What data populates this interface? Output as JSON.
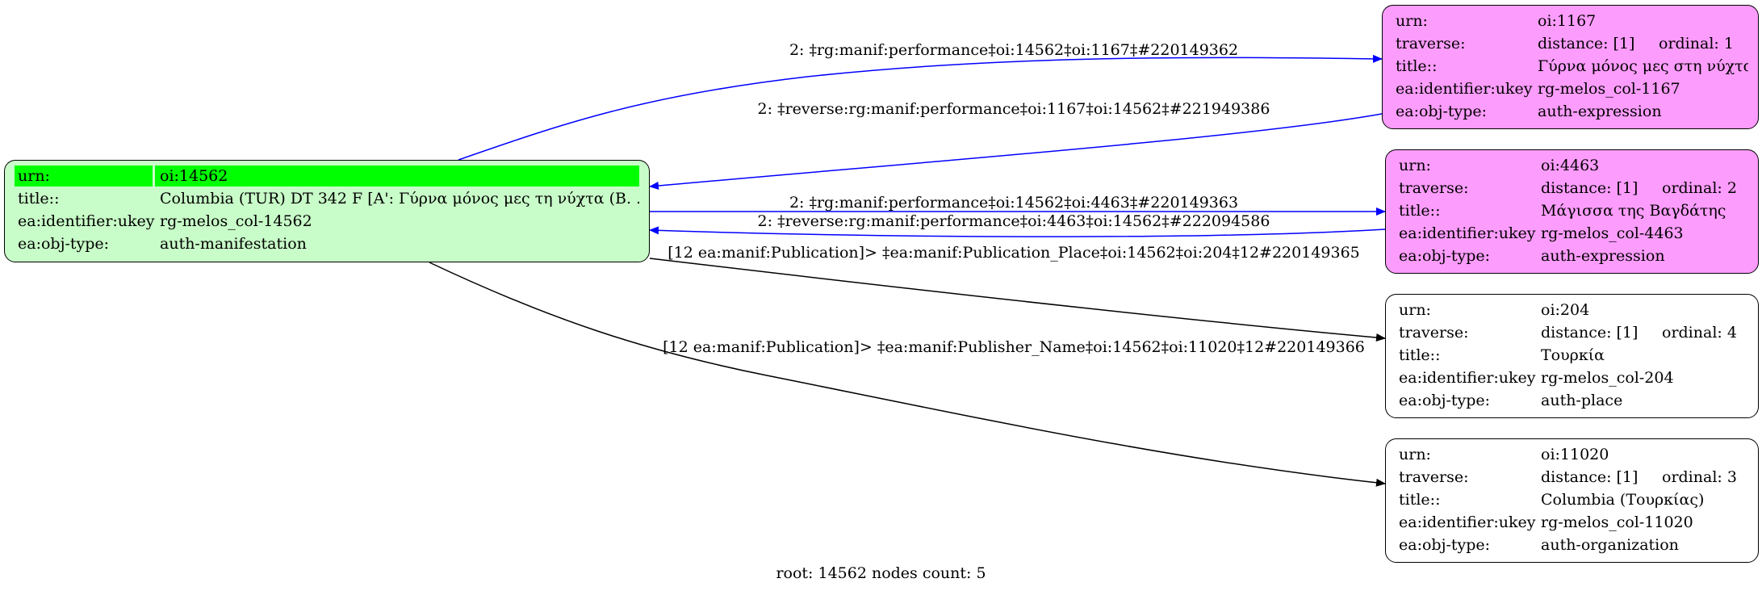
{
  "nodes": {
    "root": {
      "fill": "#c8fcc8",
      "highlight": "#00ff00",
      "rows": [
        {
          "key": "urn:",
          "value": "oi:14562"
        },
        {
          "key": "title::",
          "value": "Columbia (TUR) DT 342 F [A': Γύρνα μόνος μες τη νύχτα (Β. ..."
        },
        {
          "key": "ea:identifier:ukey",
          "value": "rg-melos_col-14562"
        },
        {
          "key": "ea:obj-type:",
          "value": "auth-manifestation"
        }
      ]
    },
    "n1167": {
      "fill": "#fc9cfc",
      "rows": [
        {
          "key": "urn:",
          "value": "oi:1167"
        },
        {
          "key": "traverse:",
          "value": "distance: [1]",
          "extra": "ordinal: 1"
        },
        {
          "key": "title::",
          "value": "Γύρνα μόνος μες στη νύχτα"
        },
        {
          "key": "ea:identifier:ukey",
          "value": "rg-melos_col-1167"
        },
        {
          "key": "ea:obj-type:",
          "value": "auth-expression"
        }
      ]
    },
    "n4463": {
      "fill": "#fc9cfc",
      "rows": [
        {
          "key": "urn:",
          "value": "oi:4463"
        },
        {
          "key": "traverse:",
          "value": "distance: [1]",
          "extra": "ordinal: 2"
        },
        {
          "key": "title::",
          "value": "Μάγισσα της Βαγδάτης"
        },
        {
          "key": "ea:identifier:ukey",
          "value": "rg-melos_col-4463"
        },
        {
          "key": "ea:obj-type:",
          "value": "auth-expression"
        }
      ]
    },
    "n204": {
      "fill": "#ffffff",
      "rows": [
        {
          "key": "urn:",
          "value": "oi:204"
        },
        {
          "key": "traverse:",
          "value": "distance: [1]",
          "extra": "ordinal: 4"
        },
        {
          "key": "title::",
          "value": "Τουρκία"
        },
        {
          "key": "ea:identifier:ukey",
          "value": "rg-melos_col-204"
        },
        {
          "key": "ea:obj-type:",
          "value": "auth-place"
        }
      ]
    },
    "n11020": {
      "fill": "#ffffff",
      "rows": [
        {
          "key": "urn:",
          "value": "oi:11020"
        },
        {
          "key": "traverse:",
          "value": "distance: [1]",
          "extra": "ordinal: 3"
        },
        {
          "key": "title::",
          "value": "Columbia (Τουρκίας)"
        },
        {
          "key": "ea:identifier:ukey",
          "value": "rg-melos_col-11020"
        },
        {
          "key": "ea:obj-type:",
          "value": "auth-organization"
        }
      ]
    }
  },
  "edges": {
    "e1": {
      "label": "2: ‡rg:manif:performance‡oi:14562‡oi:1167‡#220149362",
      "color": "#0000ff"
    },
    "e2": {
      "label": "2: ‡reverse:rg:manif:performance‡oi:1167‡oi:14562‡#221949386",
      "color": "#0000ff"
    },
    "e3": {
      "label": "2: ‡rg:manif:performance‡oi:14562‡oi:4463‡#220149363",
      "color": "#0000ff"
    },
    "e4": {
      "label": "2: ‡reverse:rg:manif:performance‡oi:4463‡oi:14562‡#222094586",
      "color": "#0000ff"
    },
    "e5": {
      "label": "[12 ea:manif:Publication]> ‡ea:manif:Publication_Place‡oi:14562‡oi:204‡12#220149365",
      "color": "#000000"
    },
    "e6": {
      "label": "[12 ea:manif:Publication]> ‡ea:manif:Publisher_Name‡oi:14562‡oi:11020‡12#220149366",
      "color": "#000000"
    }
  },
  "footer": "root: 14562 nodes count: 5"
}
